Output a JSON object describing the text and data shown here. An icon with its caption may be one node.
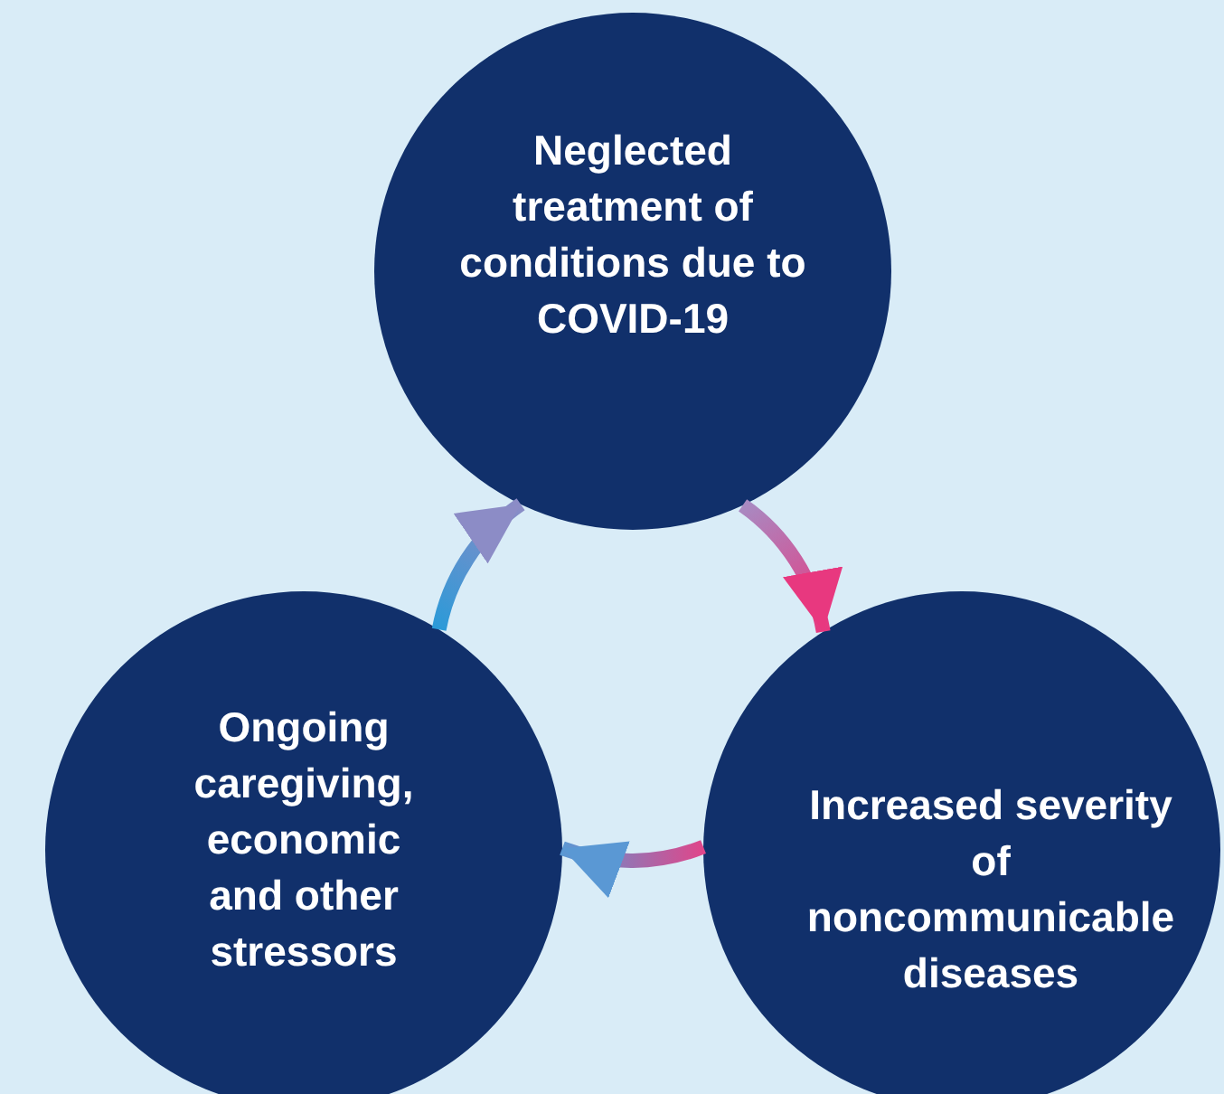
{
  "diagram": {
    "nodes": [
      {
        "text": [
          "Neglected treatment of conditions due to COVID-19"
        ]
      },
      {
        "text": [
          "Increased severity of noncommunicable diseases"
        ]
      },
      {
        "text": [
          "Ongoing caregiving, economic and other stressors"
        ]
      }
    ],
    "edges": [
      {
        "from": 0,
        "to": 1,
        "arrow": "to"
      },
      {
        "from": 1,
        "to": 2,
        "arrow": "to"
      },
      {
        "from": 2,
        "to": 0,
        "arrow": "to"
      }
    ]
  }
}
